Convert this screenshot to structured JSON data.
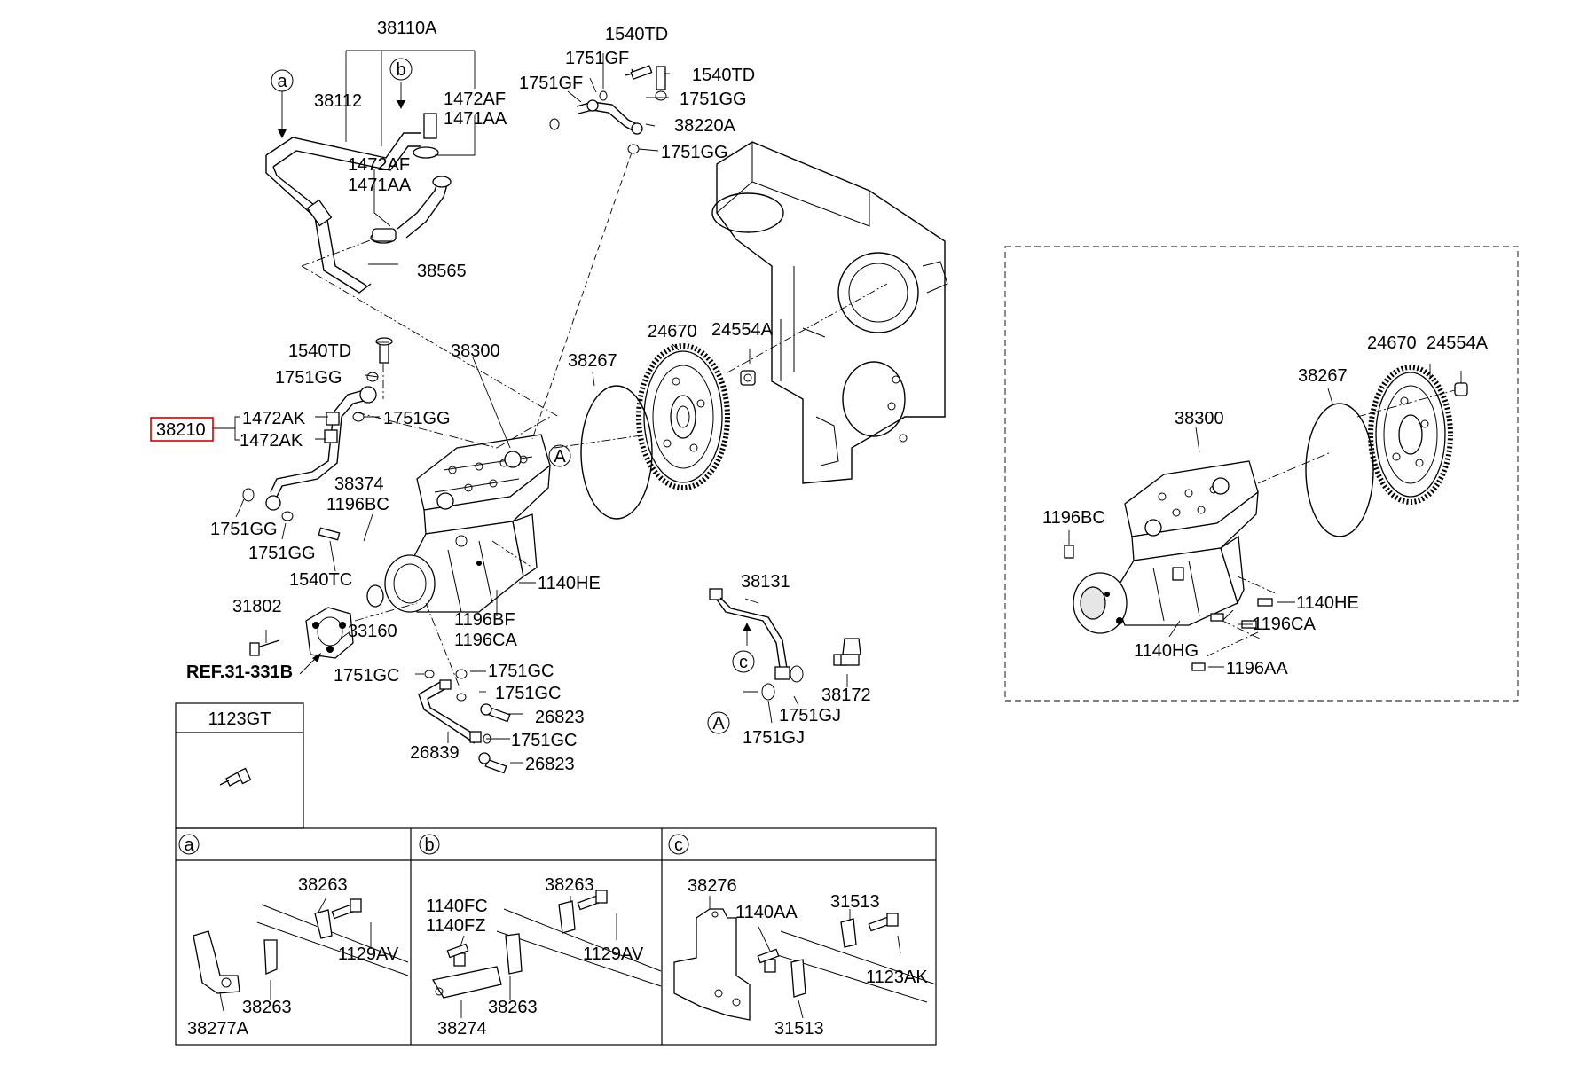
{
  "callouts": {
    "l_38110A": "38110A",
    "l_38112": "38112",
    "l_1472AF_1": "1472AF",
    "l_1471AA_1": "1471AA",
    "l_1472AF_2": "1472AF",
    "l_1471AA_2": "1471AA",
    "l_38565": "38565",
    "l_1540TD_1": "1540TD",
    "l_1751GF_1": "1751GF",
    "l_1751GF_2": "1751GF",
    "l_1540TD_2": "1540TD",
    "l_1751GG_1": "1751GG",
    "l_38220A": "38220A",
    "l_1751GG_2": "1751GG",
    "l_24670": "24670",
    "l_24554A": "24554A",
    "l_1540TD_3": "1540TD",
    "l_38300": "38300",
    "l_1751GG_3": "1751GG",
    "l_38267": "38267",
    "l_38210": "38210",
    "l_1472AK_1": "1472AK",
    "l_1472AK_2": "1472AK",
    "l_1751GG_4": "1751GG",
    "l_38374": "38374",
    "l_1196BC": "1196BC",
    "l_1751GG_5": "1751GG",
    "l_1751GG_6": "1751GG",
    "l_1540TC": "1540TC",
    "l_1140HE": "1140HE",
    "l_1196BF": "1196BF",
    "l_1196CA": "1196CA",
    "l_31802": "31802",
    "l_33160": "33160",
    "l_ref": "REF.31-331B",
    "l_1751GC_1": "1751GC",
    "l_1751GC_2": "1751GC",
    "l_1751GC_3": "1751GC",
    "l_26823_1": "26823",
    "l_1751GC_4": "1751GC",
    "l_26839": "26839",
    "l_26823_2": "26823",
    "l_38131": "38131",
    "l_38172": "38172",
    "l_1751GJ_1": "1751GJ",
    "l_1751GJ_2": "1751GJ"
  },
  "markers": {
    "a": "a",
    "b": "b",
    "c": "c",
    "A": "A"
  },
  "inset": {
    "l_24670": "24670",
    "l_24554A": "24554A",
    "l_38267": "38267",
    "l_38300": "38300",
    "l_1196BC": "1196BC",
    "l_1140HE": "1140HE",
    "l_1196CA": "1196CA",
    "l_1140HG": "1140HG",
    "l_1196AA": "1196AA"
  },
  "bottom_boxes": {
    "box_1123GT": {
      "header": "1123GT"
    },
    "box_a": {
      "marker": "a",
      "labels": {
        "p1": "38263",
        "p2": "1129AV",
        "p3": "38263",
        "p4": "38277A"
      }
    },
    "box_b": {
      "marker": "b",
      "labels": {
        "p1": "1140FC",
        "p2": "1140FZ",
        "p3": "38263",
        "p4": "1129AV",
        "p5": "38263",
        "p6": "38274"
      }
    },
    "box_c": {
      "marker": "c",
      "labels": {
        "p1": "38276",
        "p2": "1140AA",
        "p3": "31513",
        "p4": "1123AK",
        "p5": "31513"
      }
    }
  }
}
